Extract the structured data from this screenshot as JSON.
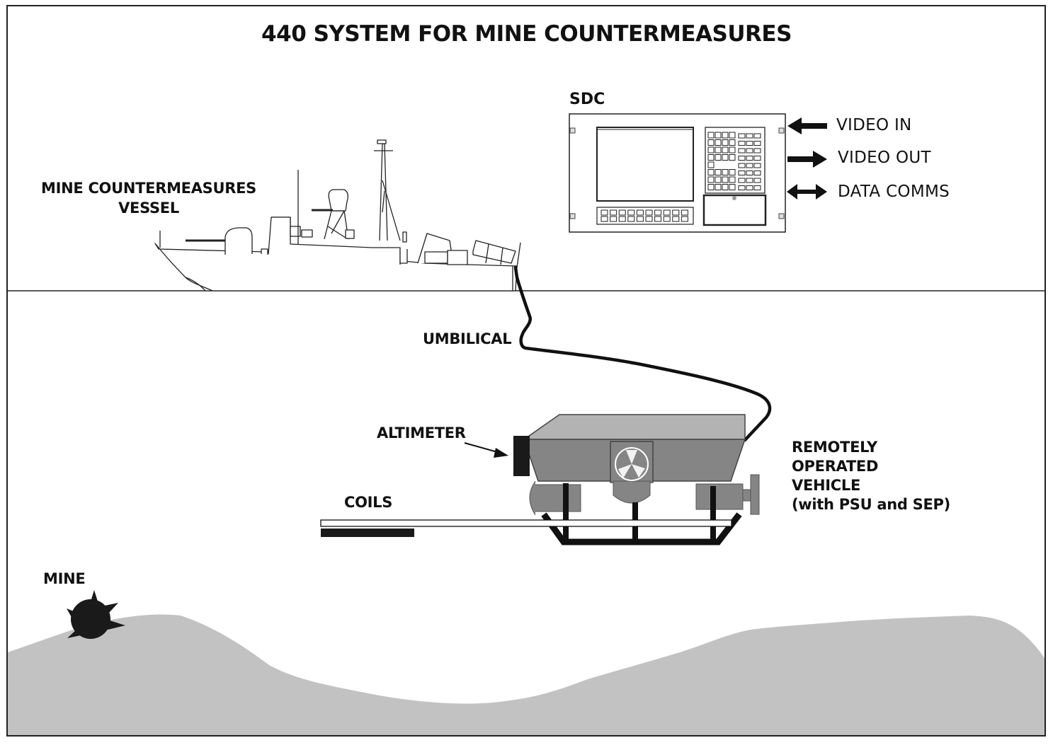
{
  "diagram": {
    "title": "440 SYSTEM FOR MINE COUNTERMEASURES",
    "colors": {
      "background": "#ffffff",
      "frame": "#222222",
      "seabed": "#c2c2c2",
      "rov_top": "#b3b3b3",
      "rov_body": "#858585",
      "ink": "#111111"
    },
    "labels": {
      "vessel_line1": "MINE COUNTERMEASURES",
      "vessel_line2": "VESSEL",
      "sdc": "SDC",
      "umbilical": "UMBILICAL",
      "altimeter": "ALTIMETER",
      "coils": "COILS",
      "rov_line1": "REMOTELY",
      "rov_line2": "OPERATED",
      "rov_line3": "VEHICLE",
      "rov_line4": "(with PSU and SEP)",
      "mine": "MINE"
    },
    "sdc_signals": [
      {
        "label": "VIDEO IN",
        "direction": "in",
        "icon": "arrow-left-icon"
      },
      {
        "label": "VIDEO OUT",
        "direction": "out",
        "icon": "arrow-right-icon"
      },
      {
        "label": "DATA COMMS",
        "direction": "bidirectional",
        "icon": "double-arrow-icon"
      }
    ],
    "components": [
      "mine-countermeasures-vessel",
      "sdc-console",
      "umbilical-cable",
      "remotely-operated-vehicle",
      "altimeter",
      "coils",
      "mine",
      "seabed",
      "sea-surface"
    ]
  }
}
